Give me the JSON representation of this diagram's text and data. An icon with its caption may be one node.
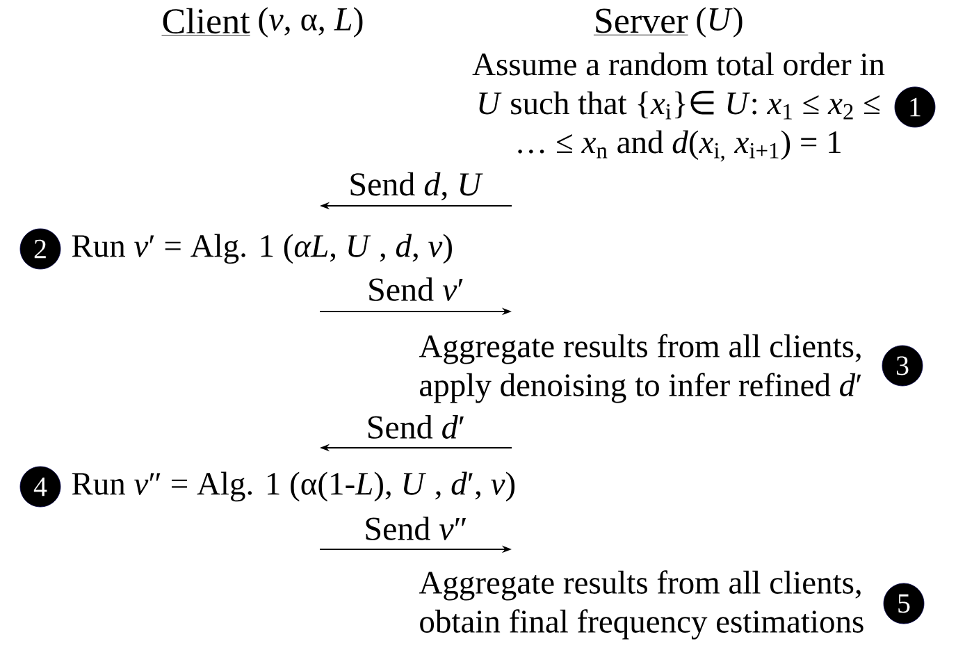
{
  "diagram": {
    "nodes": [
      {
        "text": [
          "1"
        ],
        "beside": [
          "Assume a random total order in *U* such that {*x*$_{i}$}∈ *U*: *x*$_{1}$ ≤ *x*$_{2}$ ≤ … ≤ *x*$_{n}$ and *d*(*x*$_{i,}$ *x*$_{i+1}$) = 1"
        ]
      },
      {
        "text": [
          "2"
        ],
        "beside": [
          "Run *v*′ = Alg. 1 (*αL*, *U* , *d*, *v*)"
        ]
      },
      {
        "text": [
          "3"
        ],
        "beside": [
          "Aggregate results from all clients, apply denoising to infer refined *d*′"
        ]
      },
      {
        "text": [
          "4"
        ],
        "beside": [
          "Run *v*″ = Alg. 1 (α(1-*L*), *U* , *d*′, *v*)"
        ]
      },
      {
        "text": [
          "5"
        ],
        "beside": [
          "Aggregate results from all clients, obtain final frequency estimations"
        ]
      }
    ],
    "labels": [
      "Client",
      "(*v*, α, *L*)",
      "Server",
      "(*U*)",
      "Send *d*, *U*",
      "Send *v*′",
      "Send *d*′",
      "Send *v*″"
    ]
  }
}
